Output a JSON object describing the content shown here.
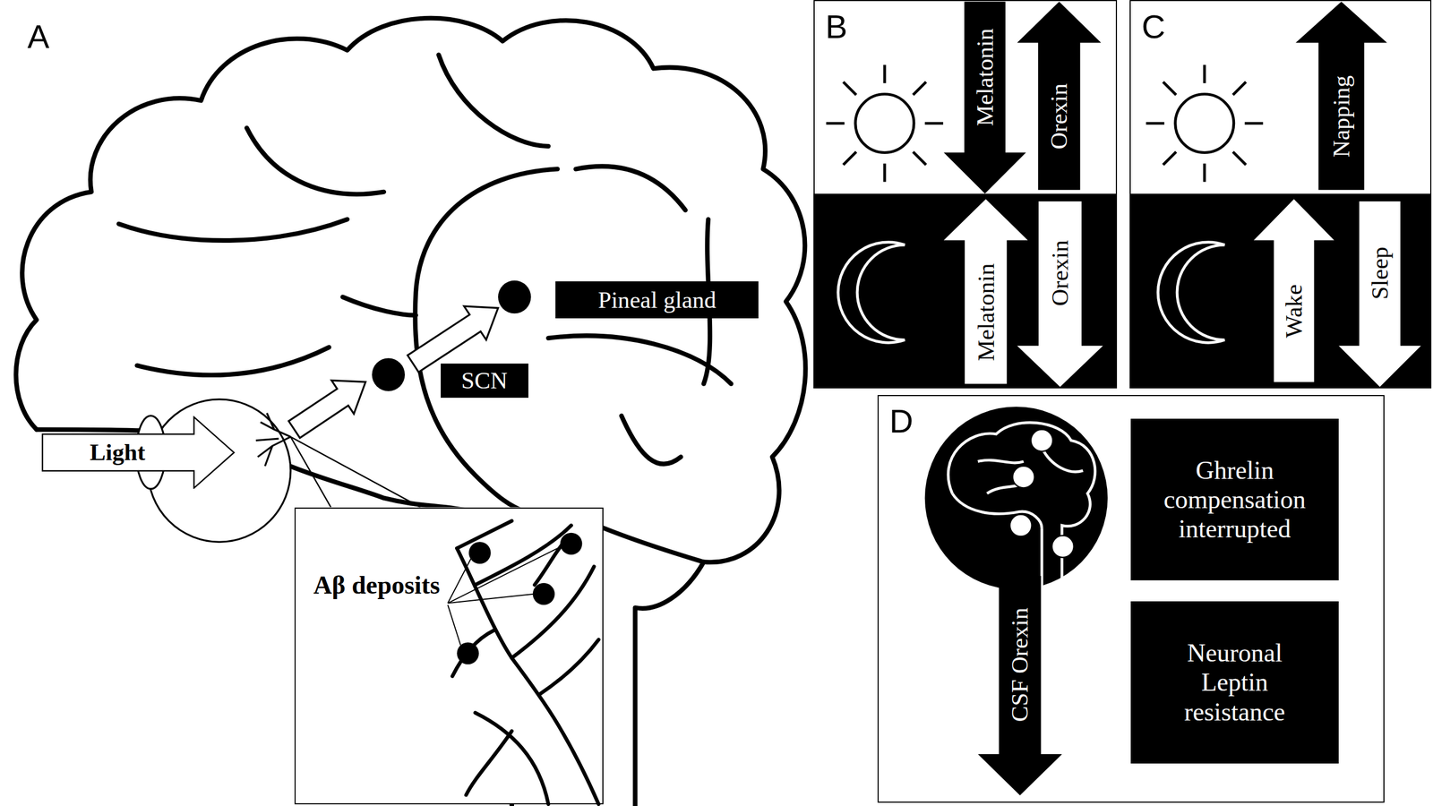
{
  "diagram": {
    "nodes": [
      {
        "text": [
          "Pineal gland"
        ]
      },
      {
        "text": [
          "SCN"
        ]
      },
      {
        "text": [
          "Light"
        ]
      },
      {
        "text": [
          "Aβ deposits"
        ]
      },
      {
        "text": [
          "B"
        ]
      },
      {
        "text": [
          "Melatonin"
        ],
        "in": 4
      },
      {
        "text": [
          "Orexin"
        ],
        "in": 4
      },
      {
        "text": [
          "Melatonin"
        ],
        "in": 4
      },
      {
        "text": [
          "Orexin"
        ],
        "in": 4
      },
      {
        "text": [
          "C"
        ]
      },
      {
        "text": [
          "Napping"
        ],
        "in": 9
      },
      {
        "text": [
          "Wake"
        ],
        "in": 9
      },
      {
        "text": [
          "Sleep"
        ],
        "in": 9
      },
      {
        "text": [
          "D"
        ]
      },
      {
        "text": [
          "CSF Orexin"
        ],
        "in": 13
      },
      {
        "text": [
          "Ghrelin compensation interrupted"
        ],
        "in": 13
      },
      {
        "text": [
          "Neuronal Leptin resistance"
        ],
        "in": 13
      }
    ],
    "labels": [
      "A"
    ]
  }
}
